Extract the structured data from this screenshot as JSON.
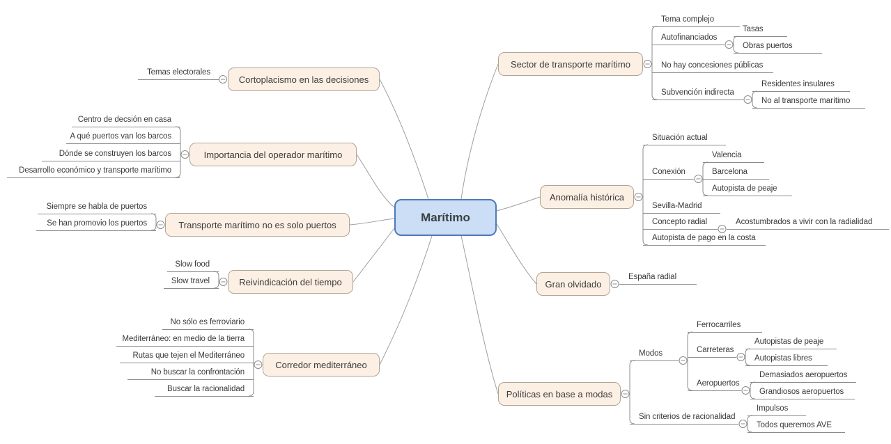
{
  "root": {
    "label": "Marítimo"
  },
  "left_branches": [
    {
      "label": "Cortoplacismo en las decisiones",
      "children": [
        {
          "label": "Temas electorales"
        }
      ]
    },
    {
      "label": "Importancia del operador marítimo",
      "children": [
        {
          "label": "Centro de decsión en casa"
        },
        {
          "label": "A qué puertos van los barcos"
        },
        {
          "label": "Dónde se construyen los barcos"
        },
        {
          "label": "Desarrollo económico y transporte marítimo"
        }
      ]
    },
    {
      "label": "Transporte marítimo no es solo puertos",
      "children": [
        {
          "label": "Siempre se habla de puertos"
        },
        {
          "label": "Se han promovio los puertos"
        }
      ]
    },
    {
      "label": "Reivindicación del tiempo",
      "children": [
        {
          "label": "Slow food"
        },
        {
          "label": "Slow travel"
        }
      ]
    },
    {
      "label": "Corredor mediterráneo",
      "children": [
        {
          "label": "No sólo es ferroviario"
        },
        {
          "label": "Mediterráneo: en medio de la tierra"
        },
        {
          "label": "Rutas que tejen el Mediterráneo"
        },
        {
          "label": "No  buscar la confrontación"
        },
        {
          "label": "Buscar la racionalidad"
        }
      ]
    }
  ],
  "right_branches": [
    {
      "label": "Sector de transporte marítimo",
      "children": [
        {
          "label": "Tema complejo"
        },
        {
          "label": "Autofinanciados",
          "children": [
            {
              "label": "Tasas"
            },
            {
              "label": "Obras puertos"
            }
          ]
        },
        {
          "label": "No hay concesiones públicas"
        },
        {
          "label": "Subvención indirecta",
          "children": [
            {
              "label": "Residentes insulares"
            },
            {
              "label": "No al transporte marítimo"
            }
          ]
        }
      ]
    },
    {
      "label": "Anomalía histórica",
      "children": [
        {
          "label": "Situación actual"
        },
        {
          "label": "Conexión",
          "children": [
            {
              "label": "Valencia"
            },
            {
              "label": "Barcelona"
            },
            {
              "label": "Autopista de peaje"
            }
          ]
        },
        {
          "label": "Sevilla-Madrid"
        },
        {
          "label": "Concepto radial",
          "children": [
            {
              "label": "Acostumbrados a vivir con la radialidad"
            }
          ]
        },
        {
          "label": "Autopista de pago en la costa"
        }
      ]
    },
    {
      "label": "Gran olvidado",
      "children": [
        {
          "label": "España radial"
        }
      ]
    },
    {
      "label": "Políticas en base a modas",
      "children": [
        {
          "label": "Modos",
          "children": [
            {
              "label": "Ferrocarriles"
            },
            {
              "label": "Carreteras",
              "children": [
                {
                  "label": "Autopistas de peaje"
                },
                {
                  "label": "Autopistas libres"
                }
              ]
            },
            {
              "label": "Aeropuertos",
              "children": [
                {
                  "label": "Demasiados aeropuertos"
                },
                {
                  "label": "Grandiosos aeropuertos"
                }
              ]
            }
          ]
        },
        {
          "label": "Sin criterios de racionalidad",
          "children": [
            {
              "label": "Impulsos"
            },
            {
              "label": "Todos queremos AVE"
            }
          ]
        }
      ]
    }
  ],
  "colors": {
    "root_fill": "#cbdef6",
    "root_border": "#4e79bb",
    "topic_fill": "#fcefe3",
    "topic_border": "#b0a396",
    "line": "#8b8b8b",
    "curve": "#9e9e9e",
    "text": "#3a3a3a"
  }
}
